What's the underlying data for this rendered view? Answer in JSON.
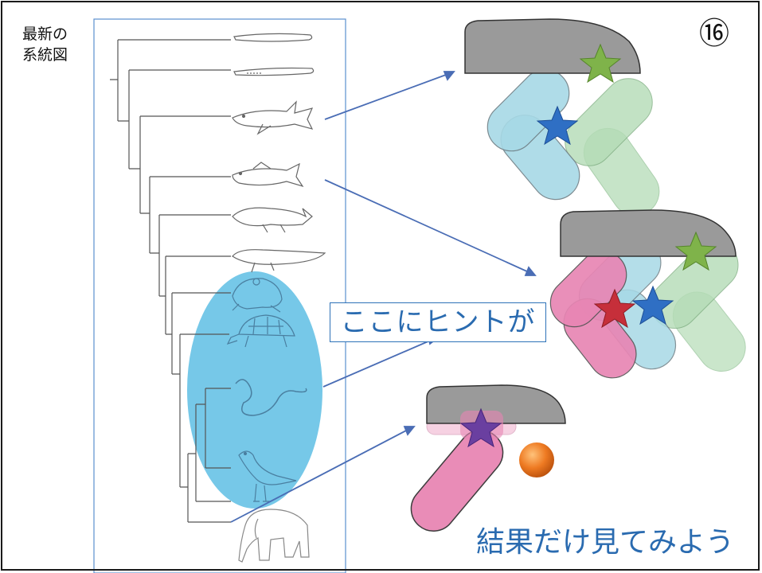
{
  "slide": {
    "title": "最新の\n系統図",
    "number": "⑯"
  },
  "labels": {
    "hint": "ここにヒントが",
    "result": "結果だけ見てみよう"
  },
  "organisms": [
    "hagfish",
    "lamprey",
    "shark",
    "bony-fish",
    "coelacanth",
    "lungfish",
    "frog",
    "turtle",
    "snake",
    "bird",
    "elephant"
  ],
  "colors": {
    "arrow": "#4a6db5",
    "highlight": "#6fc6e6",
    "gray_cap": "#9a9a9a",
    "blue_capsule": "#a7d9e6",
    "green_capsule": "#b4dcb6",
    "pink_capsule": "#e886b4",
    "star_blue": "#2f6fc4",
    "star_green": "#7fb34a",
    "star_red": "#c62f3a",
    "star_purple": "#6a3fa0",
    "orange_ball": "#e8741c"
  }
}
